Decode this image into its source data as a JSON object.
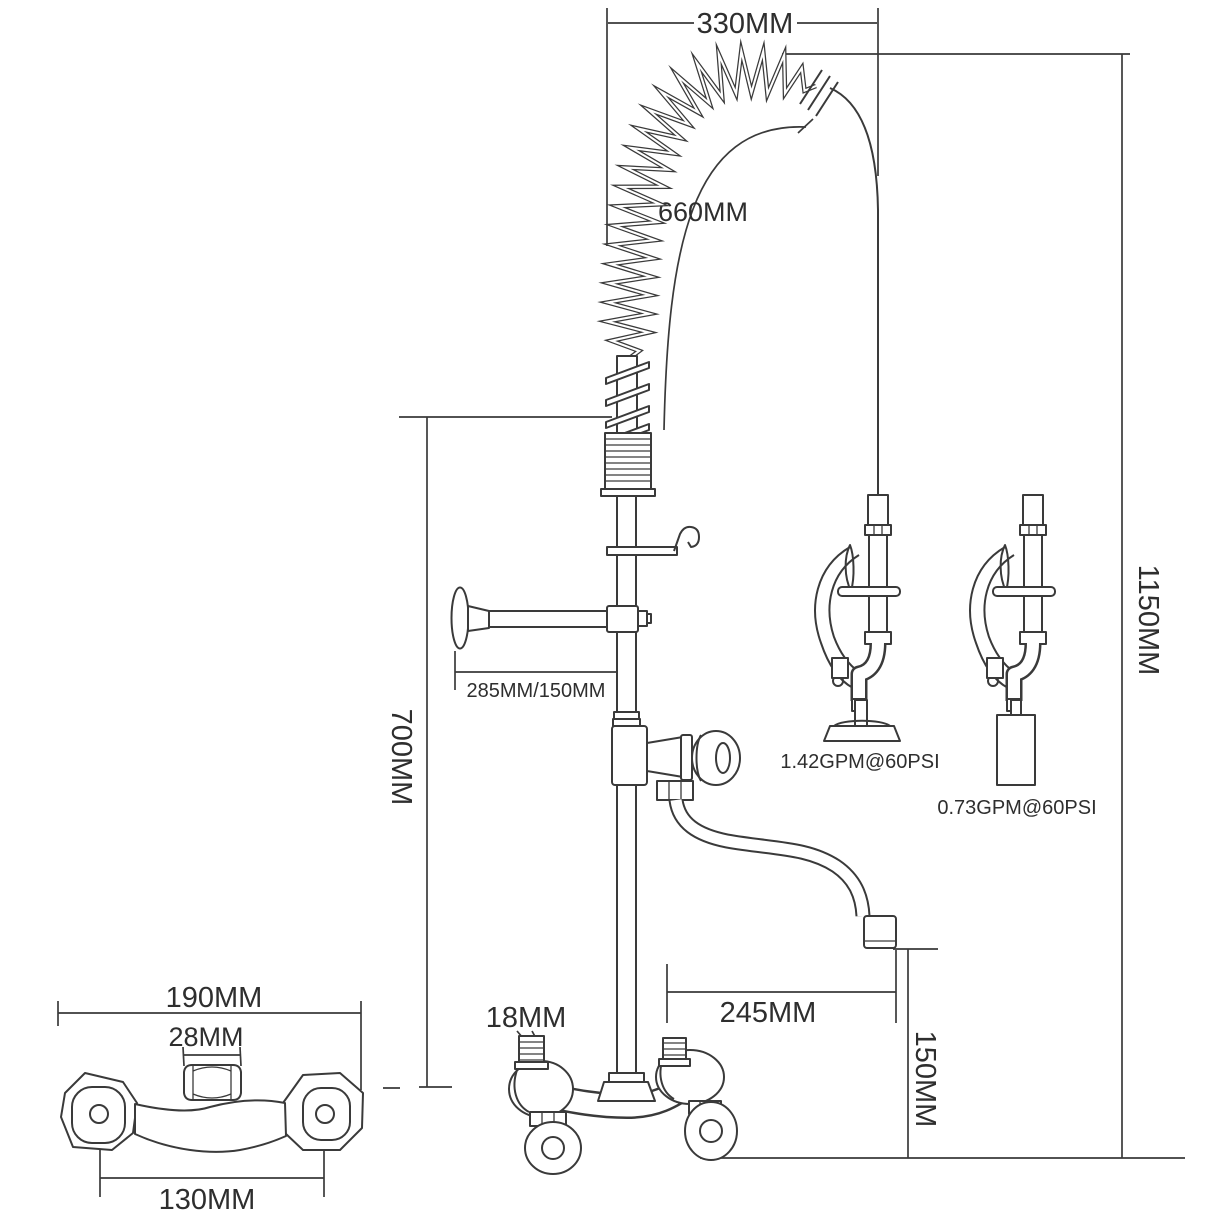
{
  "labels": {
    "dim_top_width": "330MM",
    "dim_hose_length": "660MM",
    "dim_overall_height": "1150MM",
    "dim_riser_height": "700MM",
    "dim_wall_arm": "285MM/150MM",
    "dim_spout_reach": "245MM",
    "dim_spout_height": "150MM",
    "dim_inlet_thread": "18MM",
    "dim_bracket_width": "190MM",
    "dim_bracket_nut": "28MM",
    "dim_bracket_centers": "130MM",
    "flow_spray_head_main": "1.42GPM@60PSI",
    "flow_spray_head_alt": "0.73GPM@60PSI"
  },
  "colors": {
    "background": "#ffffff",
    "line": "#3a3a3a",
    "text": "#2e2e2e"
  }
}
